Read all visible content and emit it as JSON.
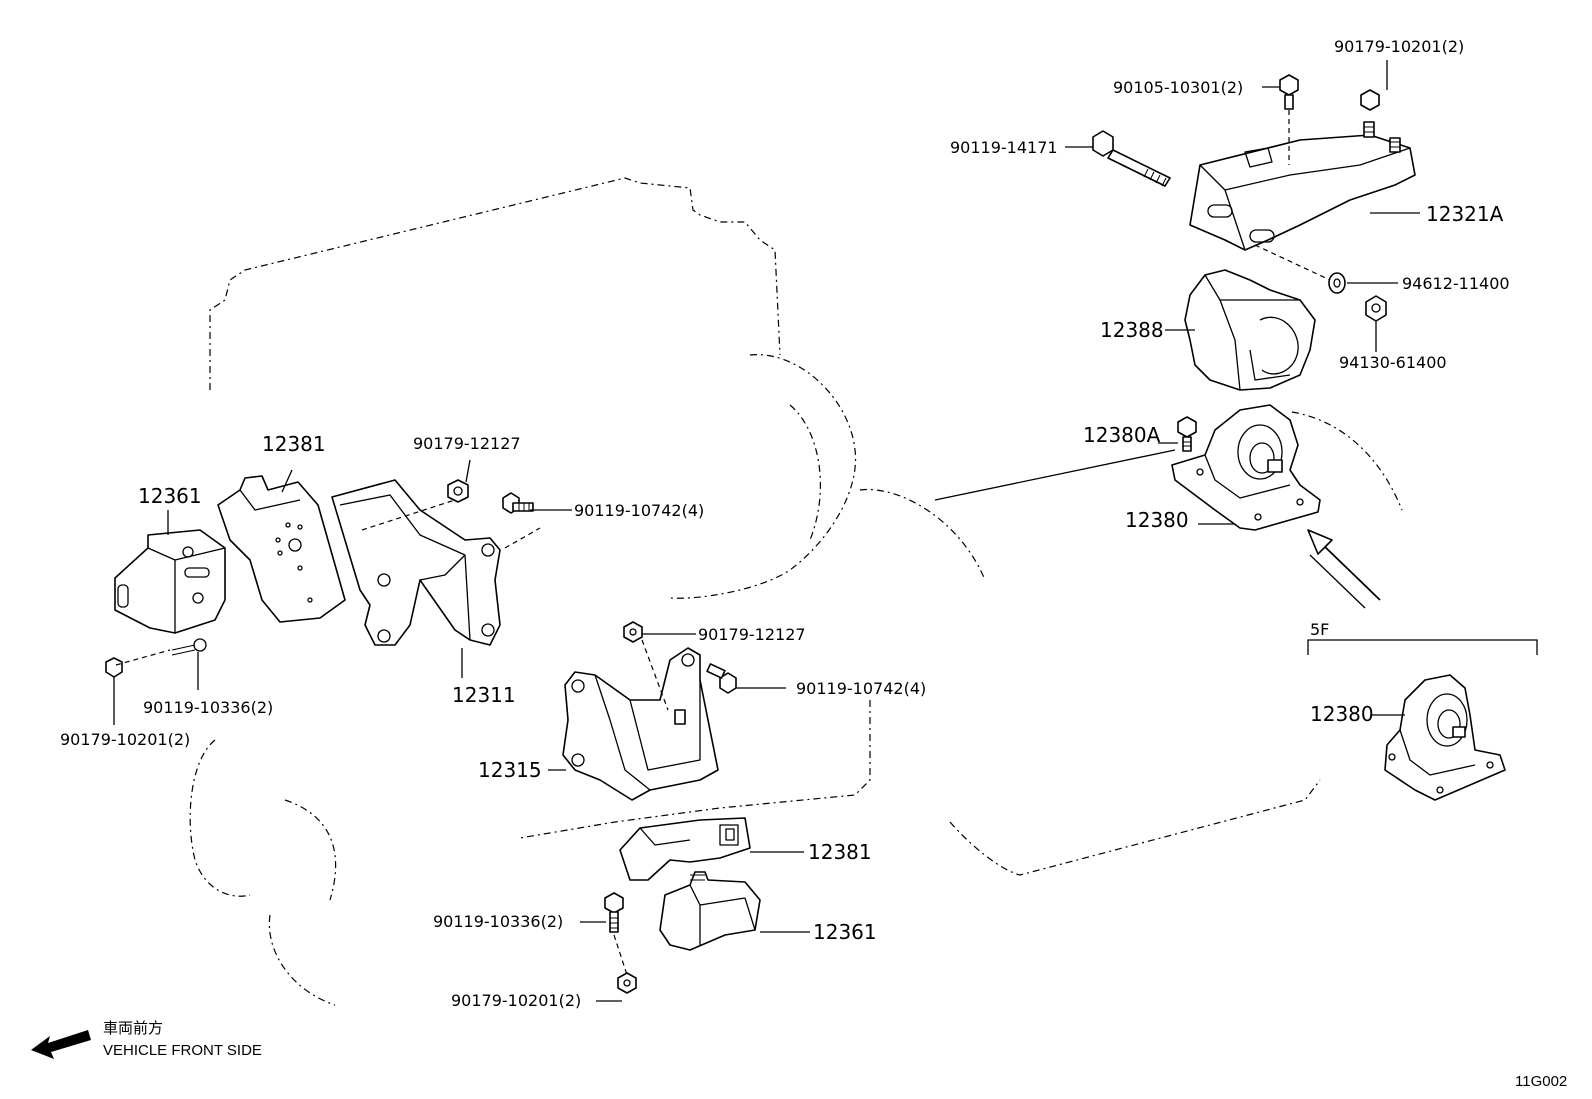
{
  "diagram_code": "11G002",
  "transmission_variant": "5F",
  "front_direction": {
    "label_jp": "車両前方",
    "label_en": "VEHICLE FRONT SIDE"
  },
  "parts": {
    "p_12381_left": "12381",
    "p_12361_left": "12361",
    "p_12311": "12311",
    "p_90179_12127_a": "90179-12127",
    "p_90119_10742_a": "90119-10742(4)",
    "p_90119_10336_left": "90119-10336(2)",
    "p_90179_10201_left": "90179-10201(2)",
    "p_90179_12127_b": "90179-12127",
    "p_90119_10742_b": "90119-10742(4)",
    "p_12315": "12315",
    "p_12381_bottom": "12381",
    "p_12361_bottom": "12361",
    "p_90119_10336_bottom": "90119-10336(2)",
    "p_90179_10201_bottom": "90179-10201(2)",
    "p_90179_10201_top": "90179-10201(2)",
    "p_90105_10301": "90105-10301(2)",
    "p_90119_14171": "90119-14171",
    "p_12321A": "12321A",
    "p_94612_11400": "94612-11400",
    "p_12388": "12388",
    "p_94130_61400": "94130-61400",
    "p_12380A": "12380A",
    "p_12380_main": "12380",
    "p_12380_5f": "12380"
  }
}
